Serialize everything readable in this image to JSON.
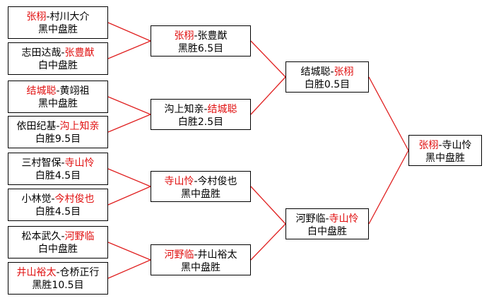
{
  "colors": {
    "winner": "#e01010",
    "connector": "#e02020",
    "border": "#000000"
  },
  "round1": [
    {
      "winner": "张栩",
      "sep": "-",
      "loser": "村川大介",
      "winner_first": true,
      "result": "黑中盘胜"
    },
    {
      "winner": "张豊猷",
      "sep": "-",
      "loser": "志田达哉",
      "winner_first": false,
      "result": "白中盘胜"
    },
    {
      "winner": "结城聪",
      "sep": "-",
      "loser": "黄翊祖",
      "winner_first": true,
      "result": "黑中盘胜"
    },
    {
      "winner": "沟上知亲",
      "sep": "-",
      "loser": "依田纪基",
      "winner_first": false,
      "result": "白胜9.5目"
    },
    {
      "winner": "寺山怜",
      "sep": "-",
      "loser": "三村智保",
      "winner_first": false,
      "result": "白胜4.5目"
    },
    {
      "winner": "今村俊也",
      "sep": "-",
      "loser": "小林觉",
      "winner_first": false,
      "result": "白胜4.5目"
    },
    {
      "winner": "河野临",
      "sep": "-",
      "loser": "松本武久",
      "winner_first": false,
      "result": "白中盘胜"
    },
    {
      "winner": "井山裕太",
      "sep": "-",
      "loser": "仓桥正行",
      "winner_first": true,
      "result": "黑胜10.5目"
    }
  ],
  "round2": [
    {
      "winner": "张栩",
      "sep": "-",
      "loser": "张豊猷",
      "winner_first": true,
      "result": "黑胜6.5目"
    },
    {
      "winner": "结城聪",
      "sep": "-",
      "loser": "沟上知亲",
      "winner_first": false,
      "result": "白胜2.5目"
    },
    {
      "winner": "寺山怜",
      "sep": "-",
      "loser": "今村俊也",
      "winner_first": true,
      "result": "黑中盘胜"
    },
    {
      "winner": "河野临",
      "sep": "-",
      "loser": "井山裕太",
      "winner_first": true,
      "result": "黑中盘胜"
    }
  ],
  "semifinal": [
    {
      "winner": "张栩",
      "sep": "-",
      "loser": "结城聪",
      "winner_first": false,
      "result": "白胜0.5目"
    },
    {
      "winner": "寺山怜",
      "sep": "-",
      "loser": "河野临",
      "winner_first": false,
      "result": "白中盘胜"
    }
  ],
  "final": [
    {
      "winner": "张栩",
      "sep": "-",
      "loser": "寺山怜",
      "winner_first": true,
      "result": "黑中盘胜"
    }
  ]
}
